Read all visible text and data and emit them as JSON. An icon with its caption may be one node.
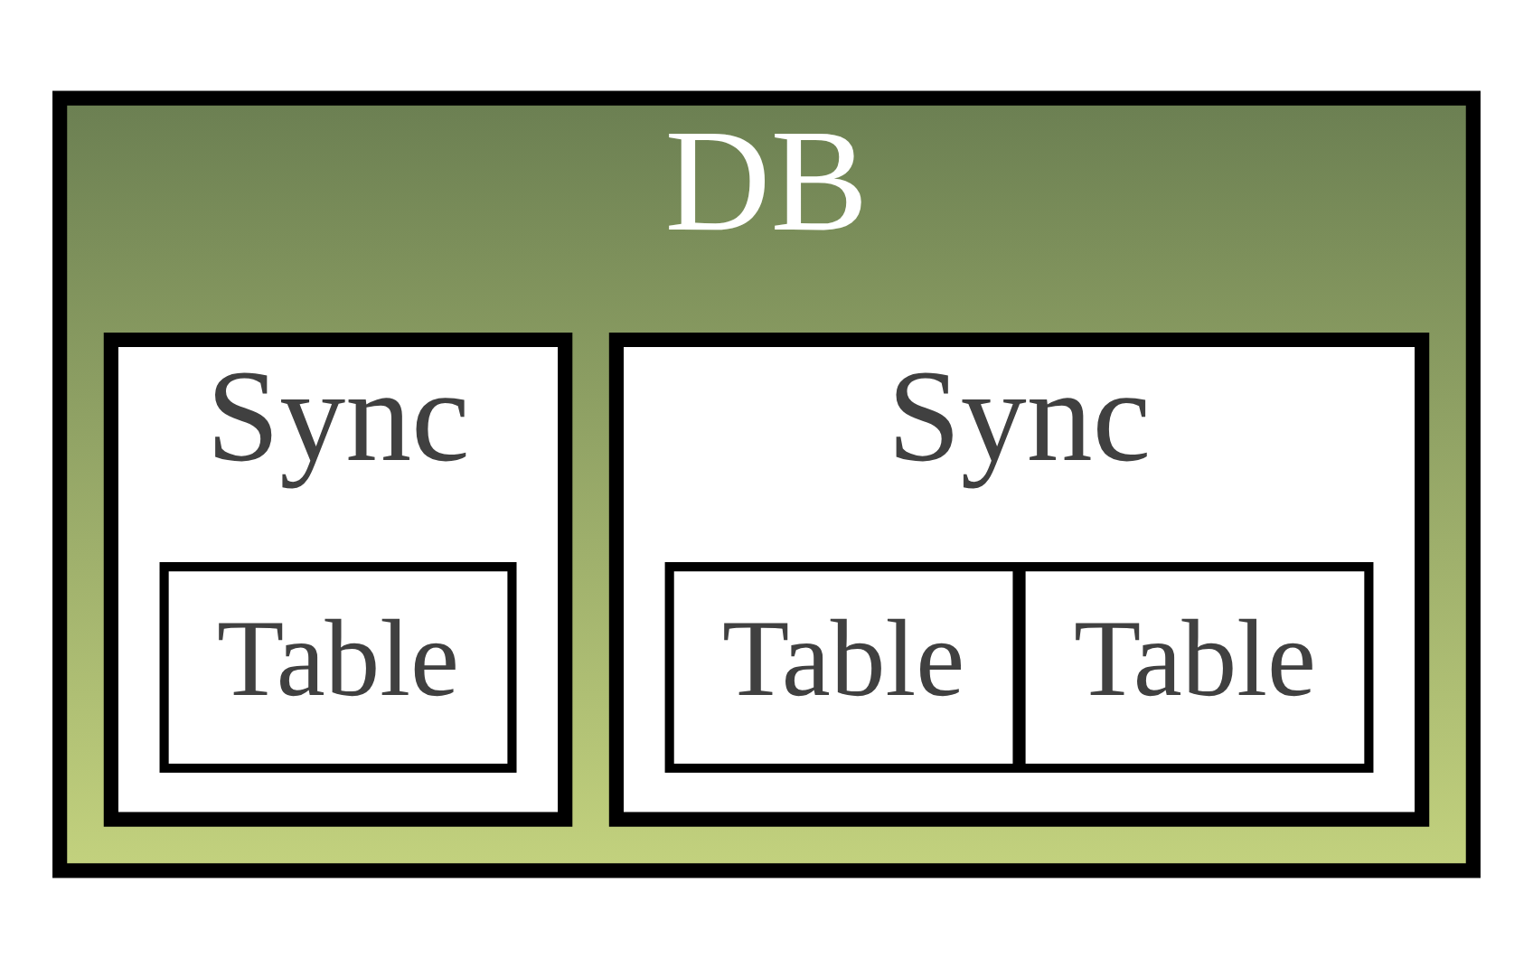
{
  "diagram": {
    "nodes": [
      {
        "text": [
          "DB"
        ]
      },
      {
        "text": [
          "Sync"
        ],
        "in": 0
      },
      {
        "text": [
          "Table"
        ],
        "in": 1
      },
      {
        "text": [
          "Table"
        ],
        "in": 1
      },
      {
        "text": [
          "Sync"
        ],
        "in": 0
      },
      {
        "text": [
          "Table"
        ],
        "in": 4
      }
    ]
  }
}
